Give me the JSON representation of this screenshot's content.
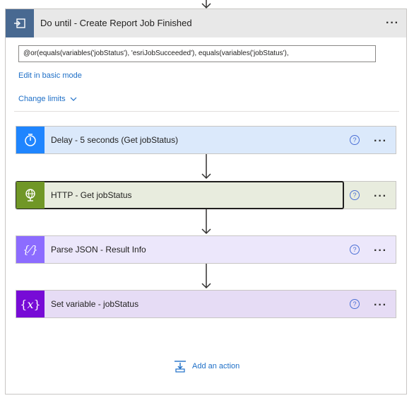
{
  "do_until": {
    "title": "Do until - Create Report Job Finished",
    "expression": "@or(equals(variables('jobStatus'), 'esriJobSucceeded'), equals(variables('jobStatus'),",
    "edit_basic_label": "Edit in basic mode",
    "change_limits_label": "Change limits",
    "more_label": "···"
  },
  "actions": [
    {
      "label": "Delay - 5 seconds (Get jobStatus)",
      "icon": "timer-icon",
      "color": "#1f85ff",
      "bg": "#dbe9fb"
    },
    {
      "label": "HTTP - Get jobStatus",
      "icon": "globe-icon",
      "color": "#709727",
      "bg": "#e8ecde",
      "selected": true
    },
    {
      "label": "Parse JSON - Result Info",
      "icon": "json-icon",
      "color": "#8c6cff",
      "bg": "#ece7fb"
    },
    {
      "label": "Set variable - jobStatus",
      "icon": "variable-icon",
      "color": "#770bd6",
      "bg": "#e6dcf5"
    }
  ],
  "help_glyph": "?",
  "add_action_label": "Add an action"
}
